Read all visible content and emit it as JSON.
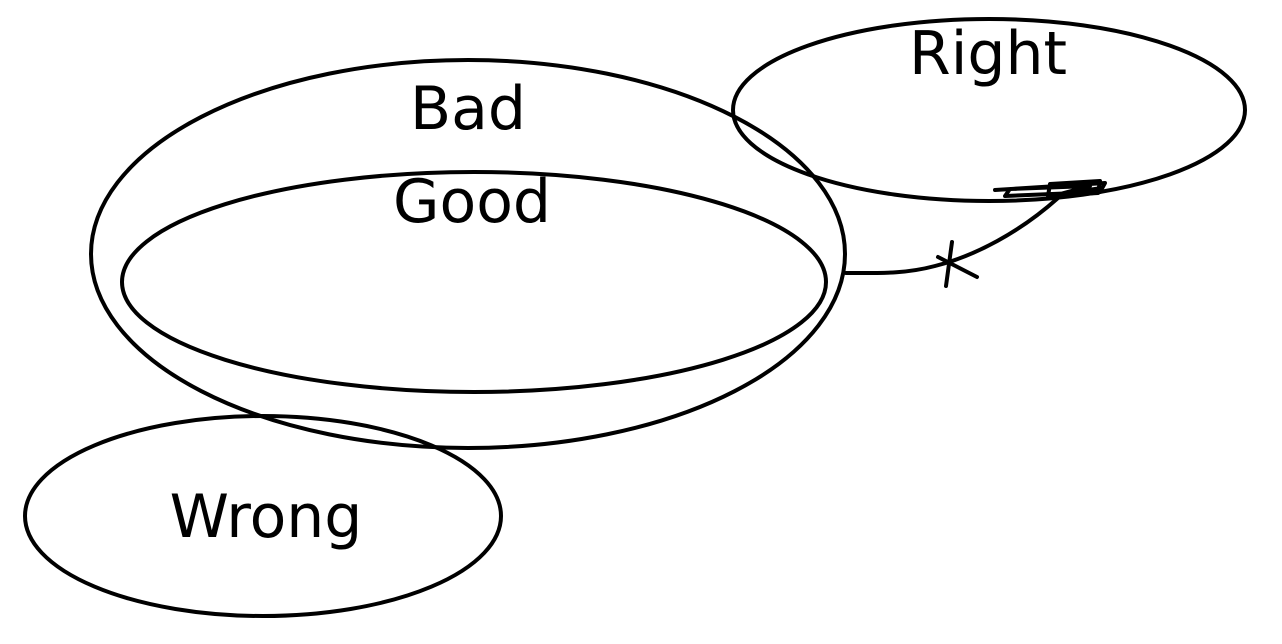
{
  "labels": {
    "bad": "Bad",
    "good": "Good",
    "right": "Right",
    "wrong": "Wrong"
  },
  "colors": {
    "stroke": "#000000",
    "background": "#ffffff"
  }
}
